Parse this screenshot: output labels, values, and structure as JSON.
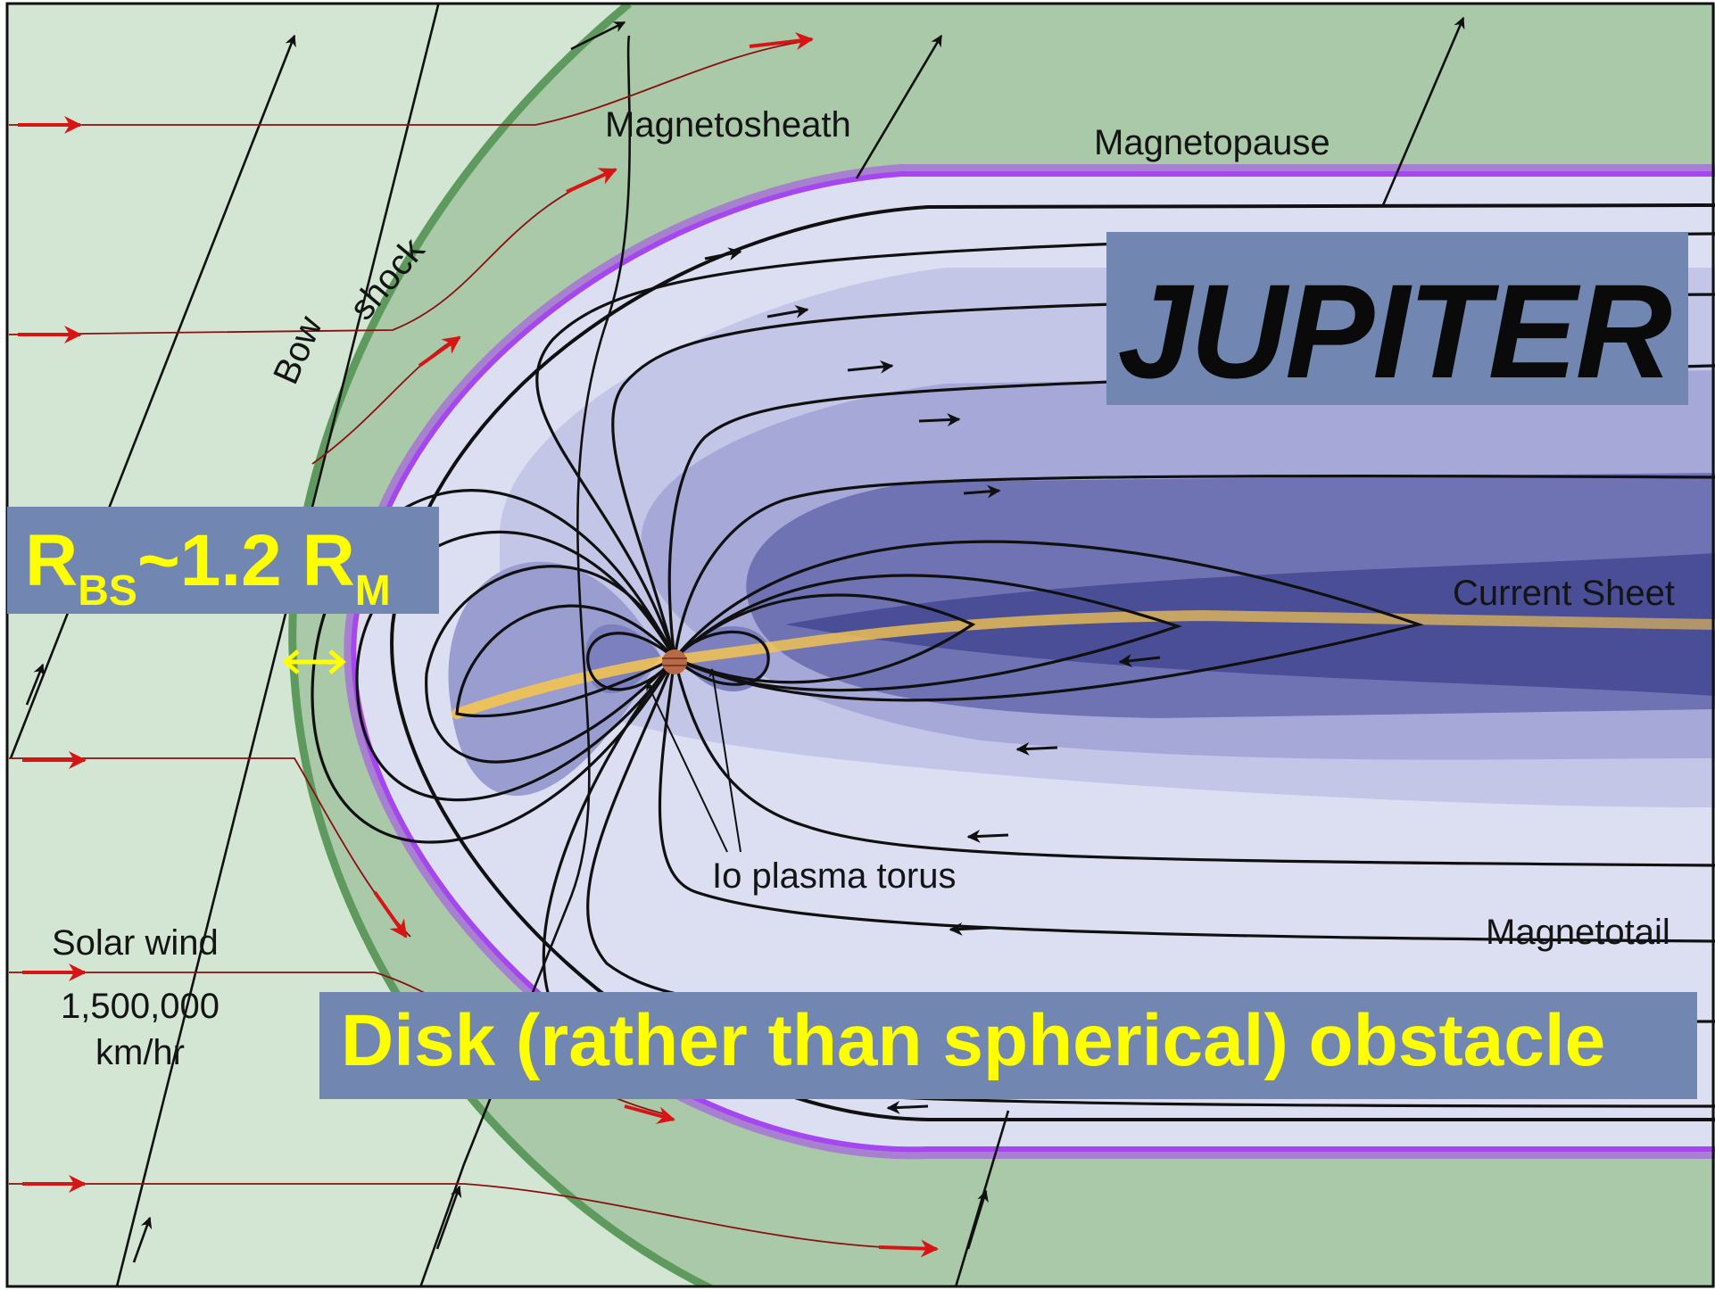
{
  "title": "JUPITER",
  "labels": {
    "magnetosheath": "Magnetosheath",
    "magnetopause": "Magnetopause",
    "bow": "Bow",
    "shock": "shock",
    "current_sheet": "Current Sheet",
    "io_plasma_torus": "Io plasma torus",
    "magnetotail": "Magnetotail",
    "solar_wind": "Solar wind",
    "speed_line1": "1,500,000",
    "speed_line2": "km/hr"
  },
  "annotations": {
    "rbs": {
      "r": "R",
      "bs": "BS",
      "tilde": "~1.2 R",
      "m": "M"
    },
    "arrow_symbol": "↔",
    "disk_caption": "Disk (rather than spherical) obstacle"
  },
  "colors": {
    "solar_wind_bg": "#d3e6d3",
    "sheath_bg": "#a9c9a9",
    "bow_shock": "#5e9a5e",
    "magnetopause_glow": "#a646f0",
    "magnetosphere": "#d9dcf0",
    "field_line": "#101010",
    "flow_arrow": "#d91414",
    "current_sheet": "#f2c14e",
    "annotation_box": "#7187b2",
    "annotation_text": "#ffff00",
    "jupiter": "#b86a48"
  }
}
